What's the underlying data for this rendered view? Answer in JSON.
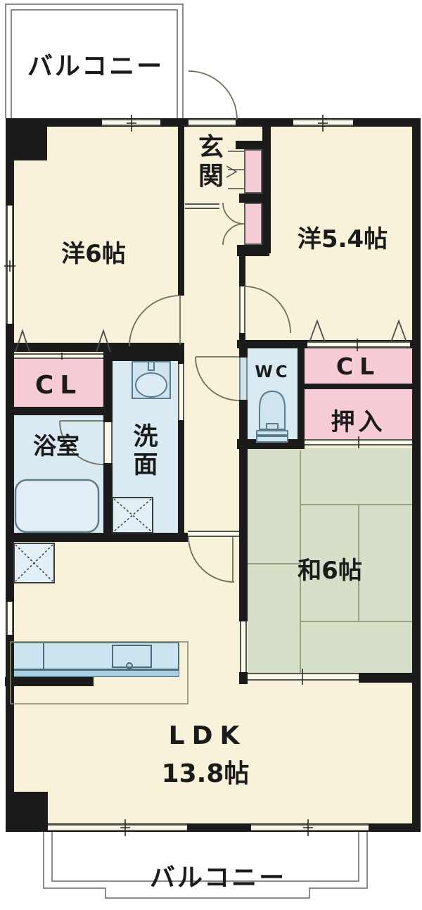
{
  "labels": {
    "balcony_top": "バルコニー",
    "western_room_6": "洋6帖",
    "entrance": "玄関",
    "western_room_54": "洋5.4帖",
    "closet_left": "CL",
    "closet_right": "CL",
    "oshiire": "押入",
    "wc": "WC",
    "bathroom": "浴室",
    "washroom": "洗面",
    "japanese_room": "和6帖",
    "ldk_name": "LDK",
    "ldk_size": "13.8帖",
    "balcony_bottom": "バルコニー"
  },
  "colors": {
    "wall": "#1b1b1b",
    "floor": "#f9f2da",
    "wet_area": "#d9eaf3",
    "fixture_fill": "#cfe4ef",
    "fixture_line": "#5b7c8c",
    "closet_pink": "#f7ccd7",
    "tatami_green": "#d6e0c8",
    "tatami_line": "#93a37f",
    "door_swing_line": "#6f6f5c",
    "window_line": "#57574a",
    "balcony_line": "#8a8a8a",
    "kitchen_counter": "#cce4f0",
    "kitchen_counter_front": "#a9d0e2"
  }
}
